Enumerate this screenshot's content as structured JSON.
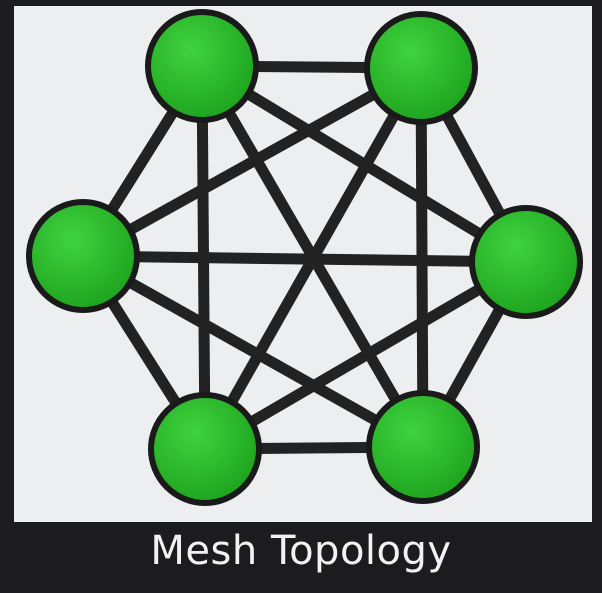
{
  "title": "Mesh Topology",
  "colors": {
    "node_fill": "#1fa51f",
    "node_highlight": "#3fd33f",
    "node_stroke": "#1a1a1a",
    "edge": "#222222",
    "background": "#eceef0"
  },
  "nodes": [
    "top-left",
    "top-right",
    "left",
    "right",
    "bottom-left",
    "bottom-right"
  ],
  "edges": [
    [
      "top-left",
      "top-right"
    ],
    [
      "top-left",
      "left"
    ],
    [
      "top-left",
      "right"
    ],
    [
      "top-left",
      "bottom-left"
    ],
    [
      "top-left",
      "bottom-right"
    ],
    [
      "top-right",
      "left"
    ],
    [
      "top-right",
      "right"
    ],
    [
      "top-right",
      "bottom-left"
    ],
    [
      "top-right",
      "bottom-right"
    ],
    [
      "left",
      "right"
    ],
    [
      "left",
      "bottom-left"
    ],
    [
      "left",
      "bottom-right"
    ],
    [
      "right",
      "bottom-left"
    ],
    [
      "right",
      "bottom-right"
    ],
    [
      "bottom-left",
      "bottom-right"
    ]
  ]
}
